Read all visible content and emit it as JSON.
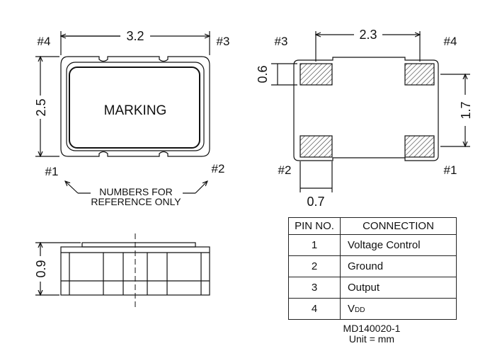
{
  "top_view": {
    "width_label": "3.2",
    "height_label": "2.5",
    "marking": "MARKING",
    "pin_labels": {
      "tl": "#4",
      "tr": "#3",
      "bl": "#1",
      "br": "#2"
    },
    "note_line1": "NUMBERS FOR",
    "note_line2": "REFERENCE ONLY"
  },
  "bottom_view": {
    "pad_spacing_label": "2.3",
    "pad_height_label": "0.6",
    "pad_pitch_label": "1.7",
    "pad_width_label": "0.7",
    "pin_labels": {
      "tl": "#3",
      "tr": "#4",
      "bl": "#2",
      "br": "#1"
    }
  },
  "side_view": {
    "height_label": "0.9"
  },
  "pin_table": {
    "headers": [
      "PIN NO.",
      "CONNECTION"
    ],
    "rows": [
      {
        "pin": "1",
        "connection": "Voltage Control"
      },
      {
        "pin": "2",
        "connection": "Ground"
      },
      {
        "pin": "3",
        "connection": "Output"
      },
      {
        "pin": "4",
        "connection": "V",
        "subscript": "DD"
      }
    ]
  },
  "drawing_number": "MD140020-1",
  "unit_note": "Unit = mm"
}
